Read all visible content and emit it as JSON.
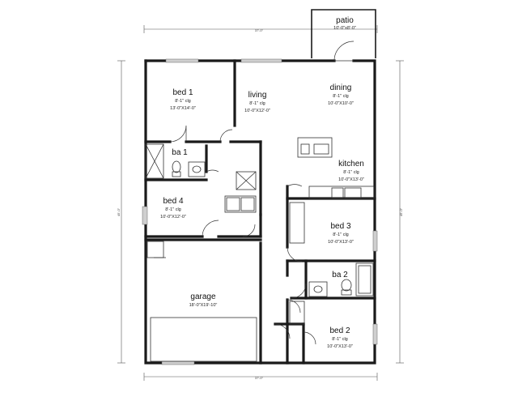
{
  "dimensions": {
    "overall_width": "37'-0\"",
    "overall_depth": "45'-0\""
  },
  "rooms": [
    {
      "key": "patio",
      "name": "patio",
      "size": "10'-0\"x8'-0\""
    },
    {
      "key": "bed1",
      "name": "bed 1",
      "ceiling": "8'-1\" clg",
      "size": "13'-0\"X14'-0\""
    },
    {
      "key": "living",
      "name": "living",
      "ceiling": "8'-1\" clg",
      "size": "10'-0\"X12'-0\""
    },
    {
      "key": "dining",
      "name": "dining",
      "ceiling": "8'-1\" clg",
      "size": "10'-0\"X10'-0\""
    },
    {
      "key": "ba1",
      "name": "ba 1"
    },
    {
      "key": "kitchen",
      "name": "kitchen",
      "ceiling": "8'-1\" clg",
      "size": "10'-0\"X13'-0\""
    },
    {
      "key": "bed4",
      "name": "bed 4",
      "ceiling": "8'-1\" clg",
      "size": "10'-0\"X12'-0\""
    },
    {
      "key": "bed3",
      "name": "bed 3",
      "ceiling": "8'-1\" clg",
      "size": "10'-0\"X13'-0\""
    },
    {
      "key": "ba2",
      "name": "ba 2"
    },
    {
      "key": "garage",
      "name": "garage",
      "size": "18'-0\"X19'-10\""
    },
    {
      "key": "bed2",
      "name": "bed 2",
      "ceiling": "8'-1\" clg",
      "size": "10'-0\"X13'-0\""
    }
  ]
}
